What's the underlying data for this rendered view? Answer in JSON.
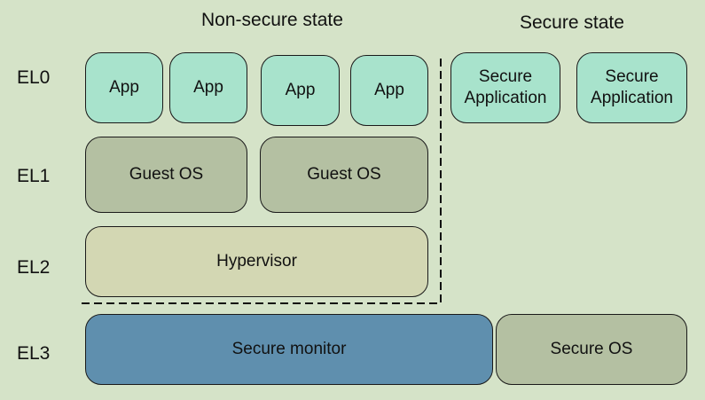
{
  "headers": {
    "non_secure": "Non-secure state",
    "secure": "Secure state"
  },
  "levels": {
    "el0": "EL0",
    "el1": "EL1",
    "el2": "EL2",
    "el3": "EL3"
  },
  "el0": {
    "apps": [
      "App",
      "App",
      "App",
      "App"
    ],
    "secure_apps": [
      "Secure\nApplication",
      "Secure\nApplication"
    ]
  },
  "el1": {
    "guest_os": [
      "Guest OS",
      "Guest OS"
    ]
  },
  "el2": {
    "hypervisor": "Hypervisor"
  },
  "el3": {
    "secure_monitor": "Secure monitor",
    "secure_os": "Secure OS"
  },
  "colors": {
    "background": "#d5e3c8",
    "app": "#a8e3cc",
    "guest_os": "#b4c0a2",
    "hypervisor": "#d3d7b3",
    "secure_monitor": "#5f8fae",
    "secure_os": "#b4c0a2"
  }
}
